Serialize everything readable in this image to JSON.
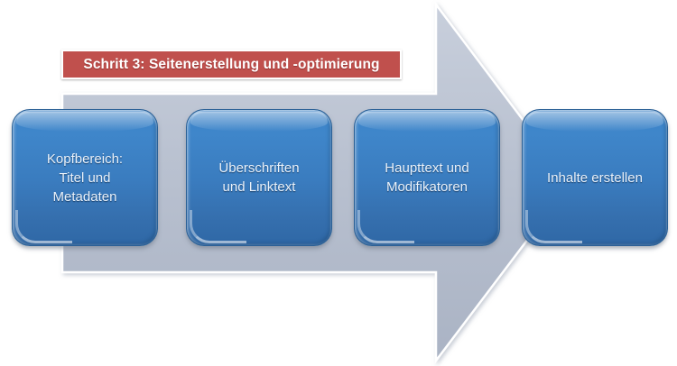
{
  "diagram": {
    "type": "process-arrow",
    "title_banner": {
      "text": "Schritt 3: Seitenerstellung und -optimierung",
      "background_color": "#c0504d",
      "text_color": "#ffffff",
      "border_color": "#ffffff"
    },
    "arrow": {
      "name": "right-pointing-chevron-arrow",
      "fill_color": "#b7bfcf",
      "outline_color": "#ffffff",
      "direction": "right"
    },
    "steps": [
      {
        "index": 1,
        "label": "Kopfbereich:\nTitel und\nMetadaten",
        "fill_color": "#3a7cbf",
        "text_color": "#eaf2fb"
      },
      {
        "index": 2,
        "label": "Überschriften\nund Linktext",
        "fill_color": "#3a7cbf",
        "text_color": "#eaf2fb"
      },
      {
        "index": 3,
        "label": "Haupttext und\nModifikatoren",
        "fill_color": "#3a7cbf",
        "text_color": "#eaf2fb"
      },
      {
        "index": 4,
        "label": "Inhalte erstellen",
        "fill_color": "#3a7cbf",
        "text_color": "#eaf2fb"
      }
    ]
  }
}
